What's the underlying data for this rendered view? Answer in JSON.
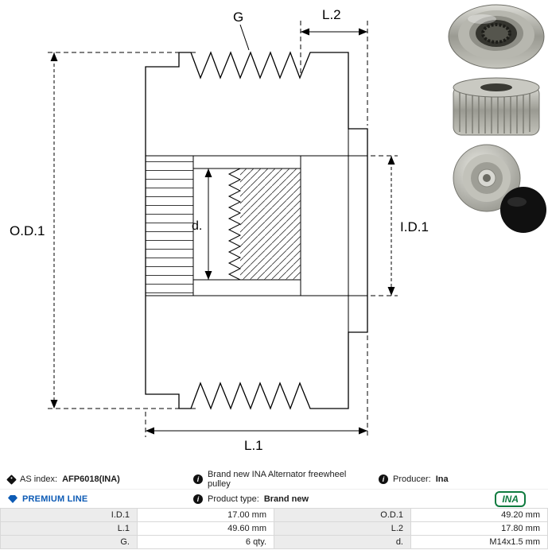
{
  "drawing": {
    "dim_labels": {
      "od1": "O.D.1",
      "l2": "L.2",
      "g": "G",
      "d": "d.",
      "id1": "I.D.1",
      "l1": "L.1"
    }
  },
  "info": {
    "as_index": {
      "label": "AS index:",
      "value": "AFP6018(INA)"
    },
    "description": "Brand new INA Alternator freewheel pulley",
    "producer": {
      "label": "Producer:",
      "value": "Ina"
    },
    "premium_line": "PREMIUM LINE",
    "product_type": {
      "label": "Product type:",
      "value": "Brand new"
    },
    "brand_logo": "INA"
  },
  "icons": {
    "info_glyph": "i"
  },
  "colors": {
    "premium_blue": "#0d5bb5",
    "ina_green": "#0f7b3f",
    "drawing_line": "#000000",
    "table_label_bg": "#ececec",
    "table_border": "#d8d8d8"
  },
  "specs": {
    "rows": [
      {
        "c1": {
          "label": "I.D.1",
          "value": "17.00 mm"
        },
        "c2": {
          "label": "O.D.1",
          "value": "49.20 mm"
        }
      },
      {
        "c1": {
          "label": "L.1",
          "value": "49.60 mm"
        },
        "c2": {
          "label": "L.2",
          "value": "17.80 mm"
        }
      },
      {
        "c1": {
          "label": "G.",
          "value": "6 qty."
        },
        "c2": {
          "label": "d.",
          "value": "M14x1.5 mm"
        }
      }
    ]
  }
}
